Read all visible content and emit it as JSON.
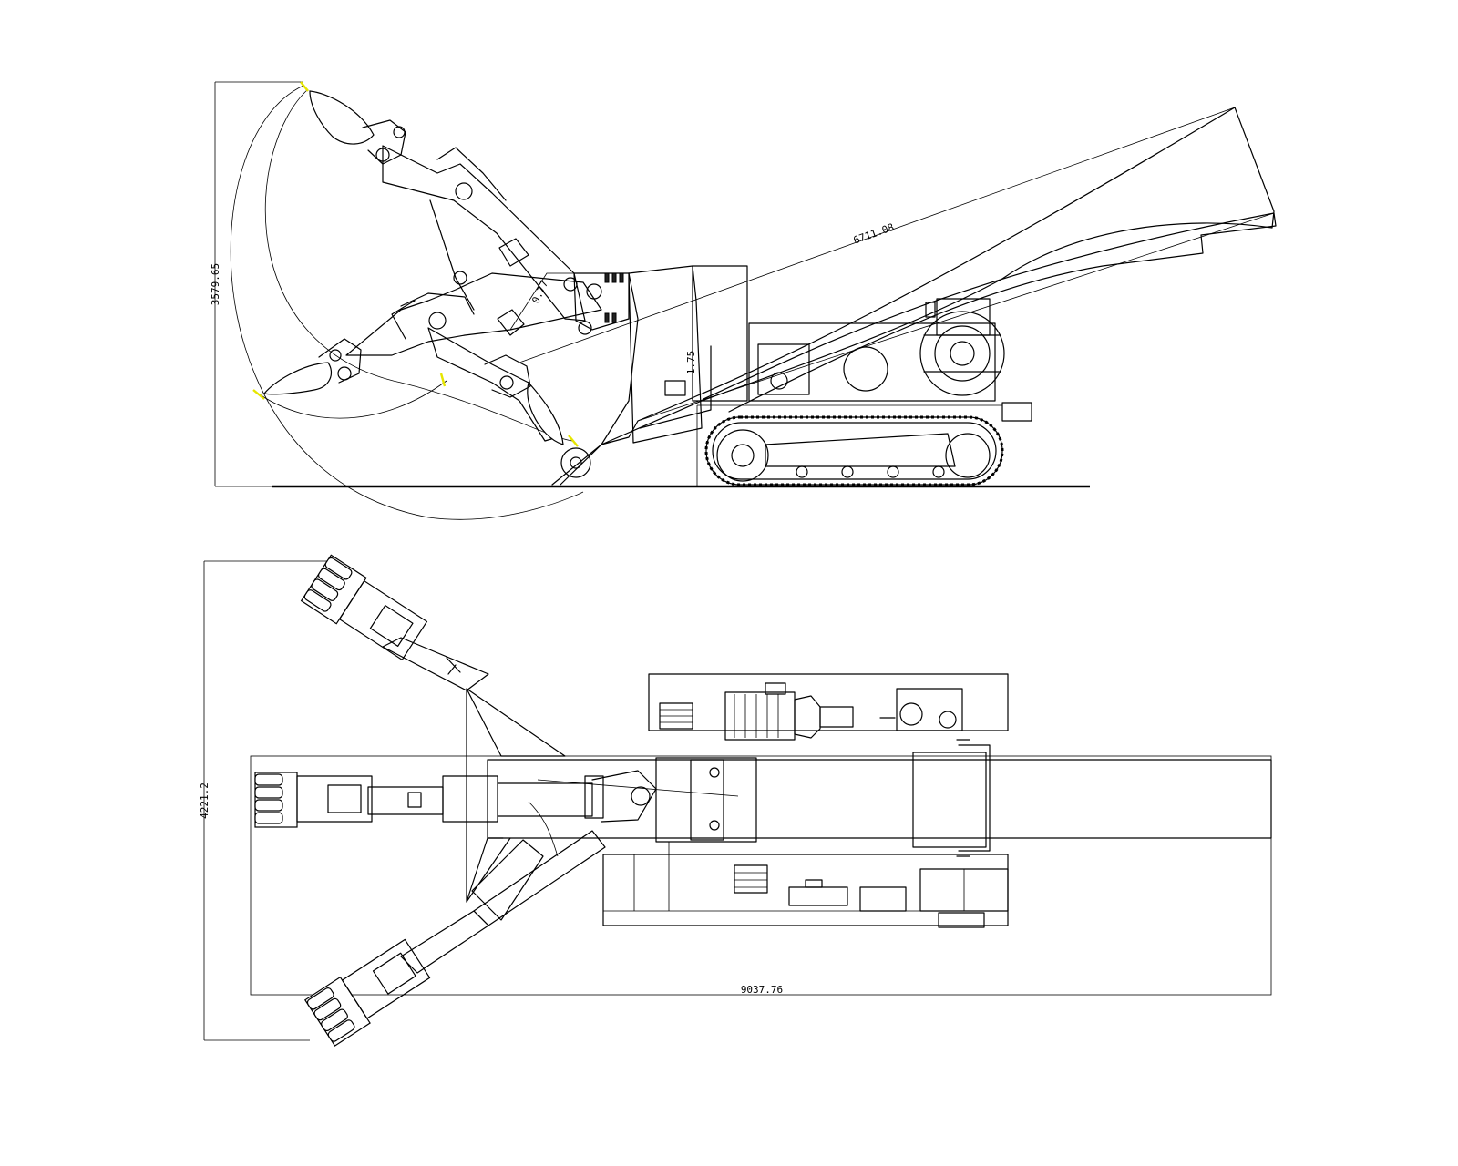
{
  "dimensions": {
    "side_height": "3579.65",
    "side_diagonal": "6711.08",
    "side_small_1": "1.75",
    "side_small_2": "0.77",
    "plan_width": "4221.2",
    "plan_length": "9037.76"
  }
}
